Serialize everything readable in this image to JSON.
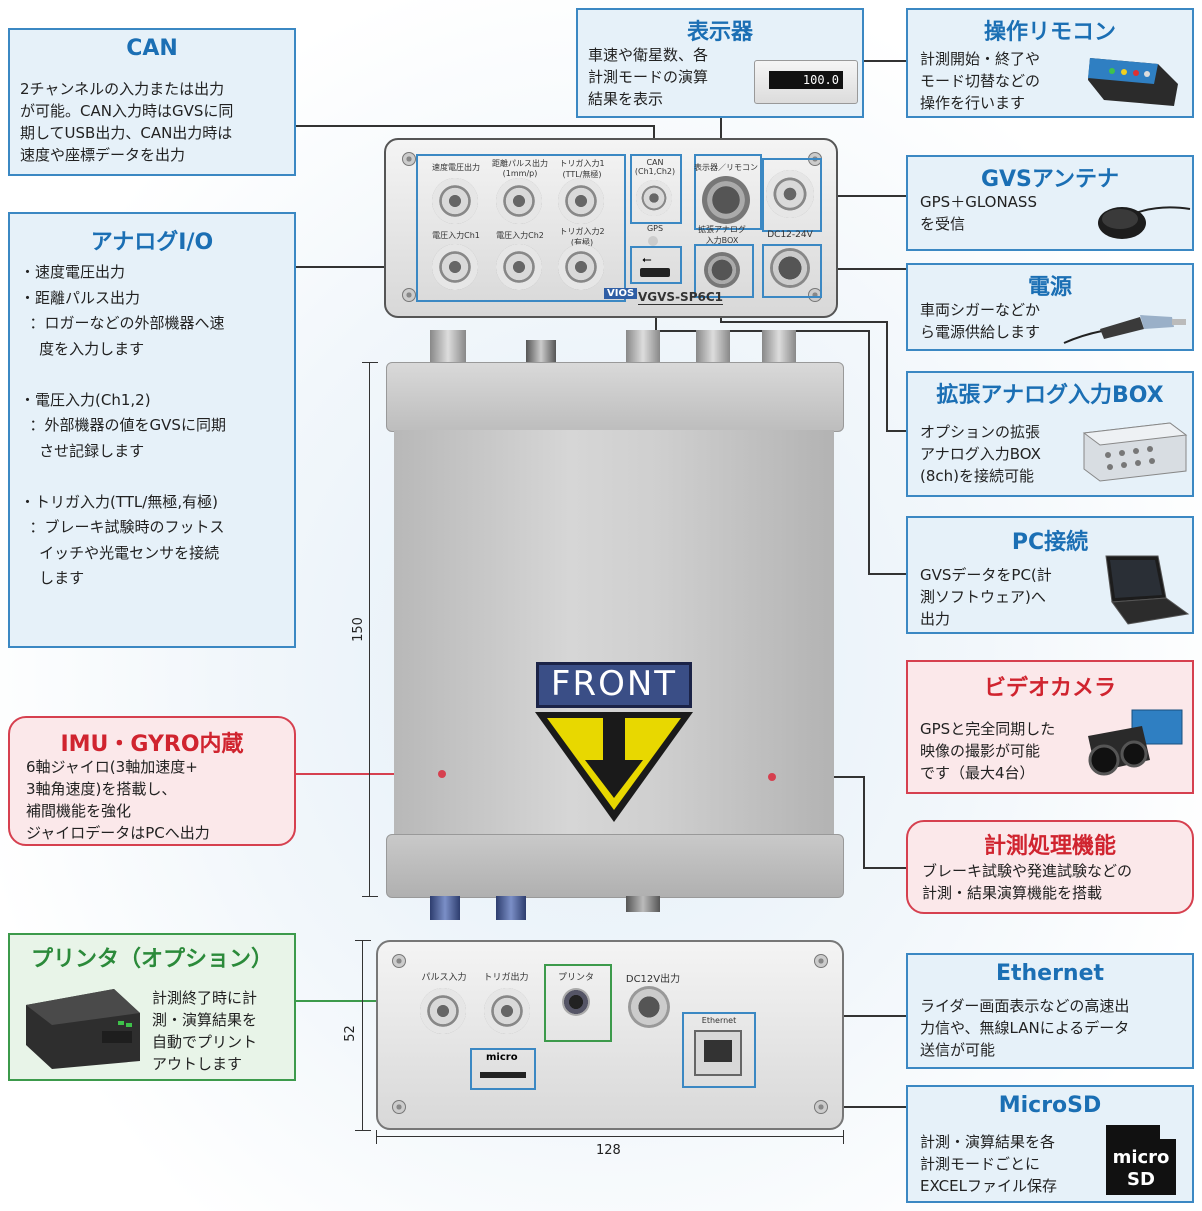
{
  "boxes": {
    "can": {
      "title": "CAN",
      "text": "2チャンネルの入力または出力\nが可能。CAN入力時はGVSに同\n期してUSB出力、CAN出力時は\n速度や座標データを出力"
    },
    "analog": {
      "title": "アナログI/O",
      "items": [
        "・速度電圧出力",
        "・距離パルス出力",
        "  ：ロガーなどの外部機器へ速",
        "    度を入力します",
        "",
        "・電圧入力(Ch1,2)",
        "  ：外部機器の値をGVSに同期",
        "    させ記録します",
        "",
        "・トリガ入力(TTL/無極,有極)",
        "  ：ブレーキ試験時のフットス",
        "    イッチや光電センサを接続",
        "    します"
      ]
    },
    "display": {
      "title": "表示器",
      "text": "車速や衛星数、各\n計測モードの演算\n結果を表示",
      "reading": "100.0"
    },
    "remote": {
      "title": "操作リモコン",
      "text": "計測開始・終了や\nモード切替などの\n操作を行います"
    },
    "antenna": {
      "title": "GVSアンテナ",
      "text": "GPS＋GLONASS\nを受信"
    },
    "power": {
      "title": "電源",
      "text": "車両シガーなどか\nら電源供給します"
    },
    "analogbox": {
      "title": "拡張アナログ入力BOX",
      "text": "オプションの拡張\nアナログ入力BOX\n(8ch)を接続可能"
    },
    "pc": {
      "title": "PC接続",
      "text": "GVSデータをPC(計\n測ソフトウェア)へ\n出力"
    },
    "video": {
      "title": "ビデオカメラ",
      "text": "GPSと完全同期した\n映像の撮影が可能\nです（最大4台）"
    },
    "imu": {
      "title": "IMU・GYRO内蔵",
      "text": "6軸ジャイロ(3軸加速度+\n3軸角速度)を搭載し、\n補間機能を強化\nジャイロデータはPCへ出力"
    },
    "measure": {
      "title": "計測処理機能",
      "text": "ブレーキ試験や発進試験などの\n計測・結果演算機能を搭載"
    },
    "printer": {
      "title": "プリンタ（オプション）",
      "text": "計測終了時に計\n測・演算結果を\n自動でプリント\nアウトします"
    },
    "ethernet": {
      "title": "Ethernet",
      "text": "ライダー画面表示などの高速出\n力信や、無線LANによるデータ\n送信が可能"
    },
    "microsd": {
      "title": "MicroSD",
      "text": "計測・演算結果を各\n計測モードごとに\nEXCELファイル保存"
    }
  },
  "top_panel": {
    "labels": [
      "速度電圧出力",
      "距離パルス出力\n(1mm/p)",
      "トリガ入力1\n(TTL/無極)",
      "CAN\n(Ch1,Ch2)",
      "表示器／リモコン",
      "電圧入力Ch1",
      "電圧入力Ch2",
      "トリガ入力2\n(有極)",
      "GPS",
      "拡張アナログ\n入力BOX",
      "DC12-24V"
    ],
    "brand": "VIOS",
    "model": "VGVS-SP6C1"
  },
  "front_label": "FRONT",
  "bottom_panel": {
    "labels": [
      "パルス入力",
      "トリガ出力",
      "プリンタ",
      "DC12V出力",
      "Ethernet"
    ],
    "microsd_logo": "micro"
  },
  "dimensions": {
    "height_main": "150",
    "height_bottom": "52",
    "width": "128"
  },
  "colors": {
    "blue": "#3b88c3",
    "red": "#d6404f",
    "green": "#3c9a4b",
    "front_label": "#3a4e86",
    "triangle": "#e8d800"
  }
}
